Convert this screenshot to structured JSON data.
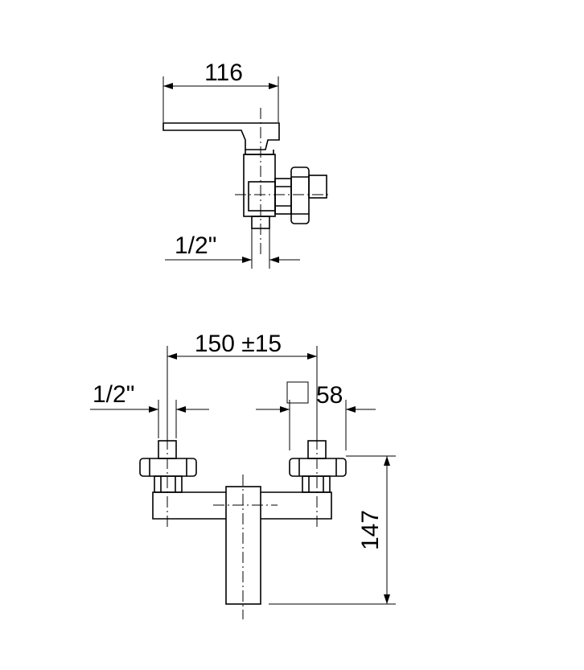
{
  "drawing": {
    "side_view": {
      "width_label": "116",
      "connection_label": "1/2\""
    },
    "front_view": {
      "spacing_label": "150 ±15",
      "connection_label": "1/2\"",
      "square_label": "58",
      "height_label": "147"
    }
  }
}
